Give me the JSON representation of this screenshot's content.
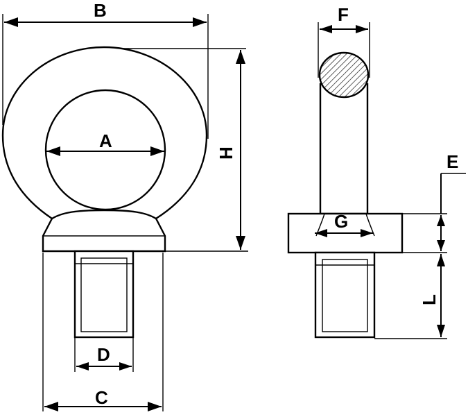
{
  "diagram": {
    "subject": "Lifting eye bolt",
    "views": [
      "front-view",
      "side-view"
    ],
    "dimension_labels": {
      "A": "A",
      "B": "B",
      "C": "C",
      "D": "D",
      "E": "E",
      "F": "F",
      "G": "G",
      "H": "H",
      "L": "L"
    }
  }
}
